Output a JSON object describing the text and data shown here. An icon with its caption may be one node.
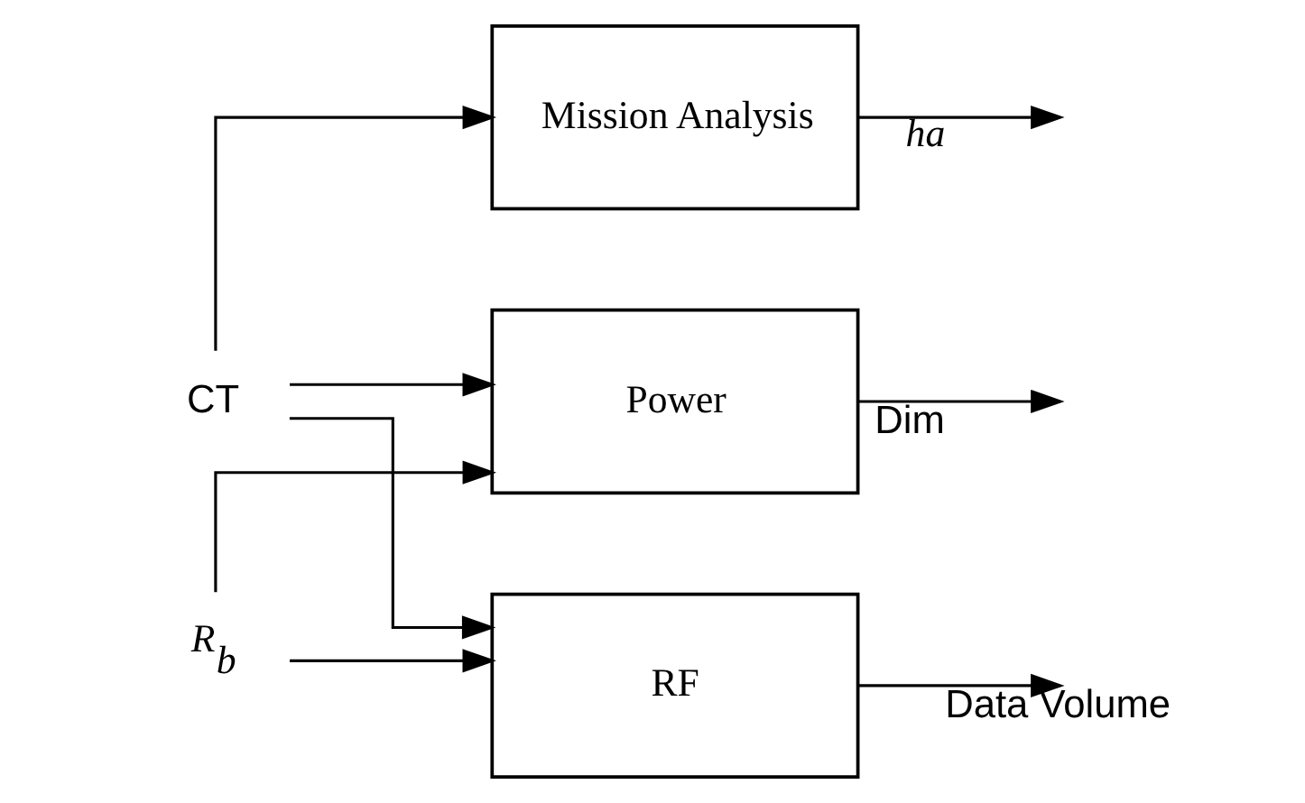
{
  "diagram": {
    "nodes": [
      {
        "text": [
          "CT"
        ]
      },
      {
        "text": [
          "R$_{b}$"
        ]
      },
      {
        "text": [
          "Mission Analysis"
        ]
      },
      {
        "text": [
          "RF"
        ]
      },
      {
        "text": [
          "Power"
        ]
      }
    ],
    "edges": [
      {
        "from": 0,
        "to": 2,
        "arrow": "to"
      },
      {
        "from": 0,
        "to": 3,
        "arrow": "to"
      },
      {
        "from": 0,
        "to": 4,
        "arrow": "to"
      },
      {
        "from": 1,
        "to": 3,
        "arrow": "to"
      },
      {
        "from": 1,
        "to": 4,
        "arrow": "to"
      },
      {
        "from": 2,
        "to": null,
        "arrow": "to",
        "label": "ha"
      },
      {
        "from": 3,
        "to": null,
        "arrow": "to",
        "label": "Data Volume"
      },
      {
        "from": 4,
        "to": null,
        "arrow": "to",
        "label": "Dim"
      }
    ]
  }
}
